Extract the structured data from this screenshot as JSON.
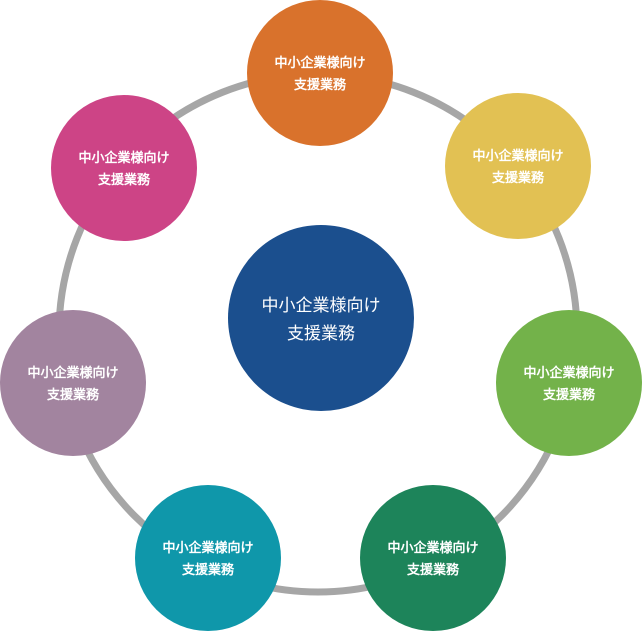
{
  "center": {
    "line1": "中小企業様向け",
    "line2": "支援業務",
    "color": "#1b4f8e"
  },
  "ring_color": "#a6a6a6",
  "nodes": [
    {
      "line1": "中小企業様向け",
      "line2": "支援業務",
      "color": "#d9722c"
    },
    {
      "line1": "中小企業様向け",
      "line2": "支援業務",
      "color": "#e2c153"
    },
    {
      "line1": "中小企業様向け",
      "line2": "支援業務",
      "color": "#73b24a"
    },
    {
      "line1": "中小企業様向け",
      "line2": "支援業務",
      "color": "#1d845a"
    },
    {
      "line1": "中小企業様向け",
      "line2": "支援業務",
      "color": "#0f97aa"
    },
    {
      "line1": "中小企業様向け",
      "line2": "支援業務",
      "color": "#a2849f"
    },
    {
      "line1": "中小企業様向け",
      "line2": "支援業務",
      "color": "#cd4486"
    }
  ]
}
